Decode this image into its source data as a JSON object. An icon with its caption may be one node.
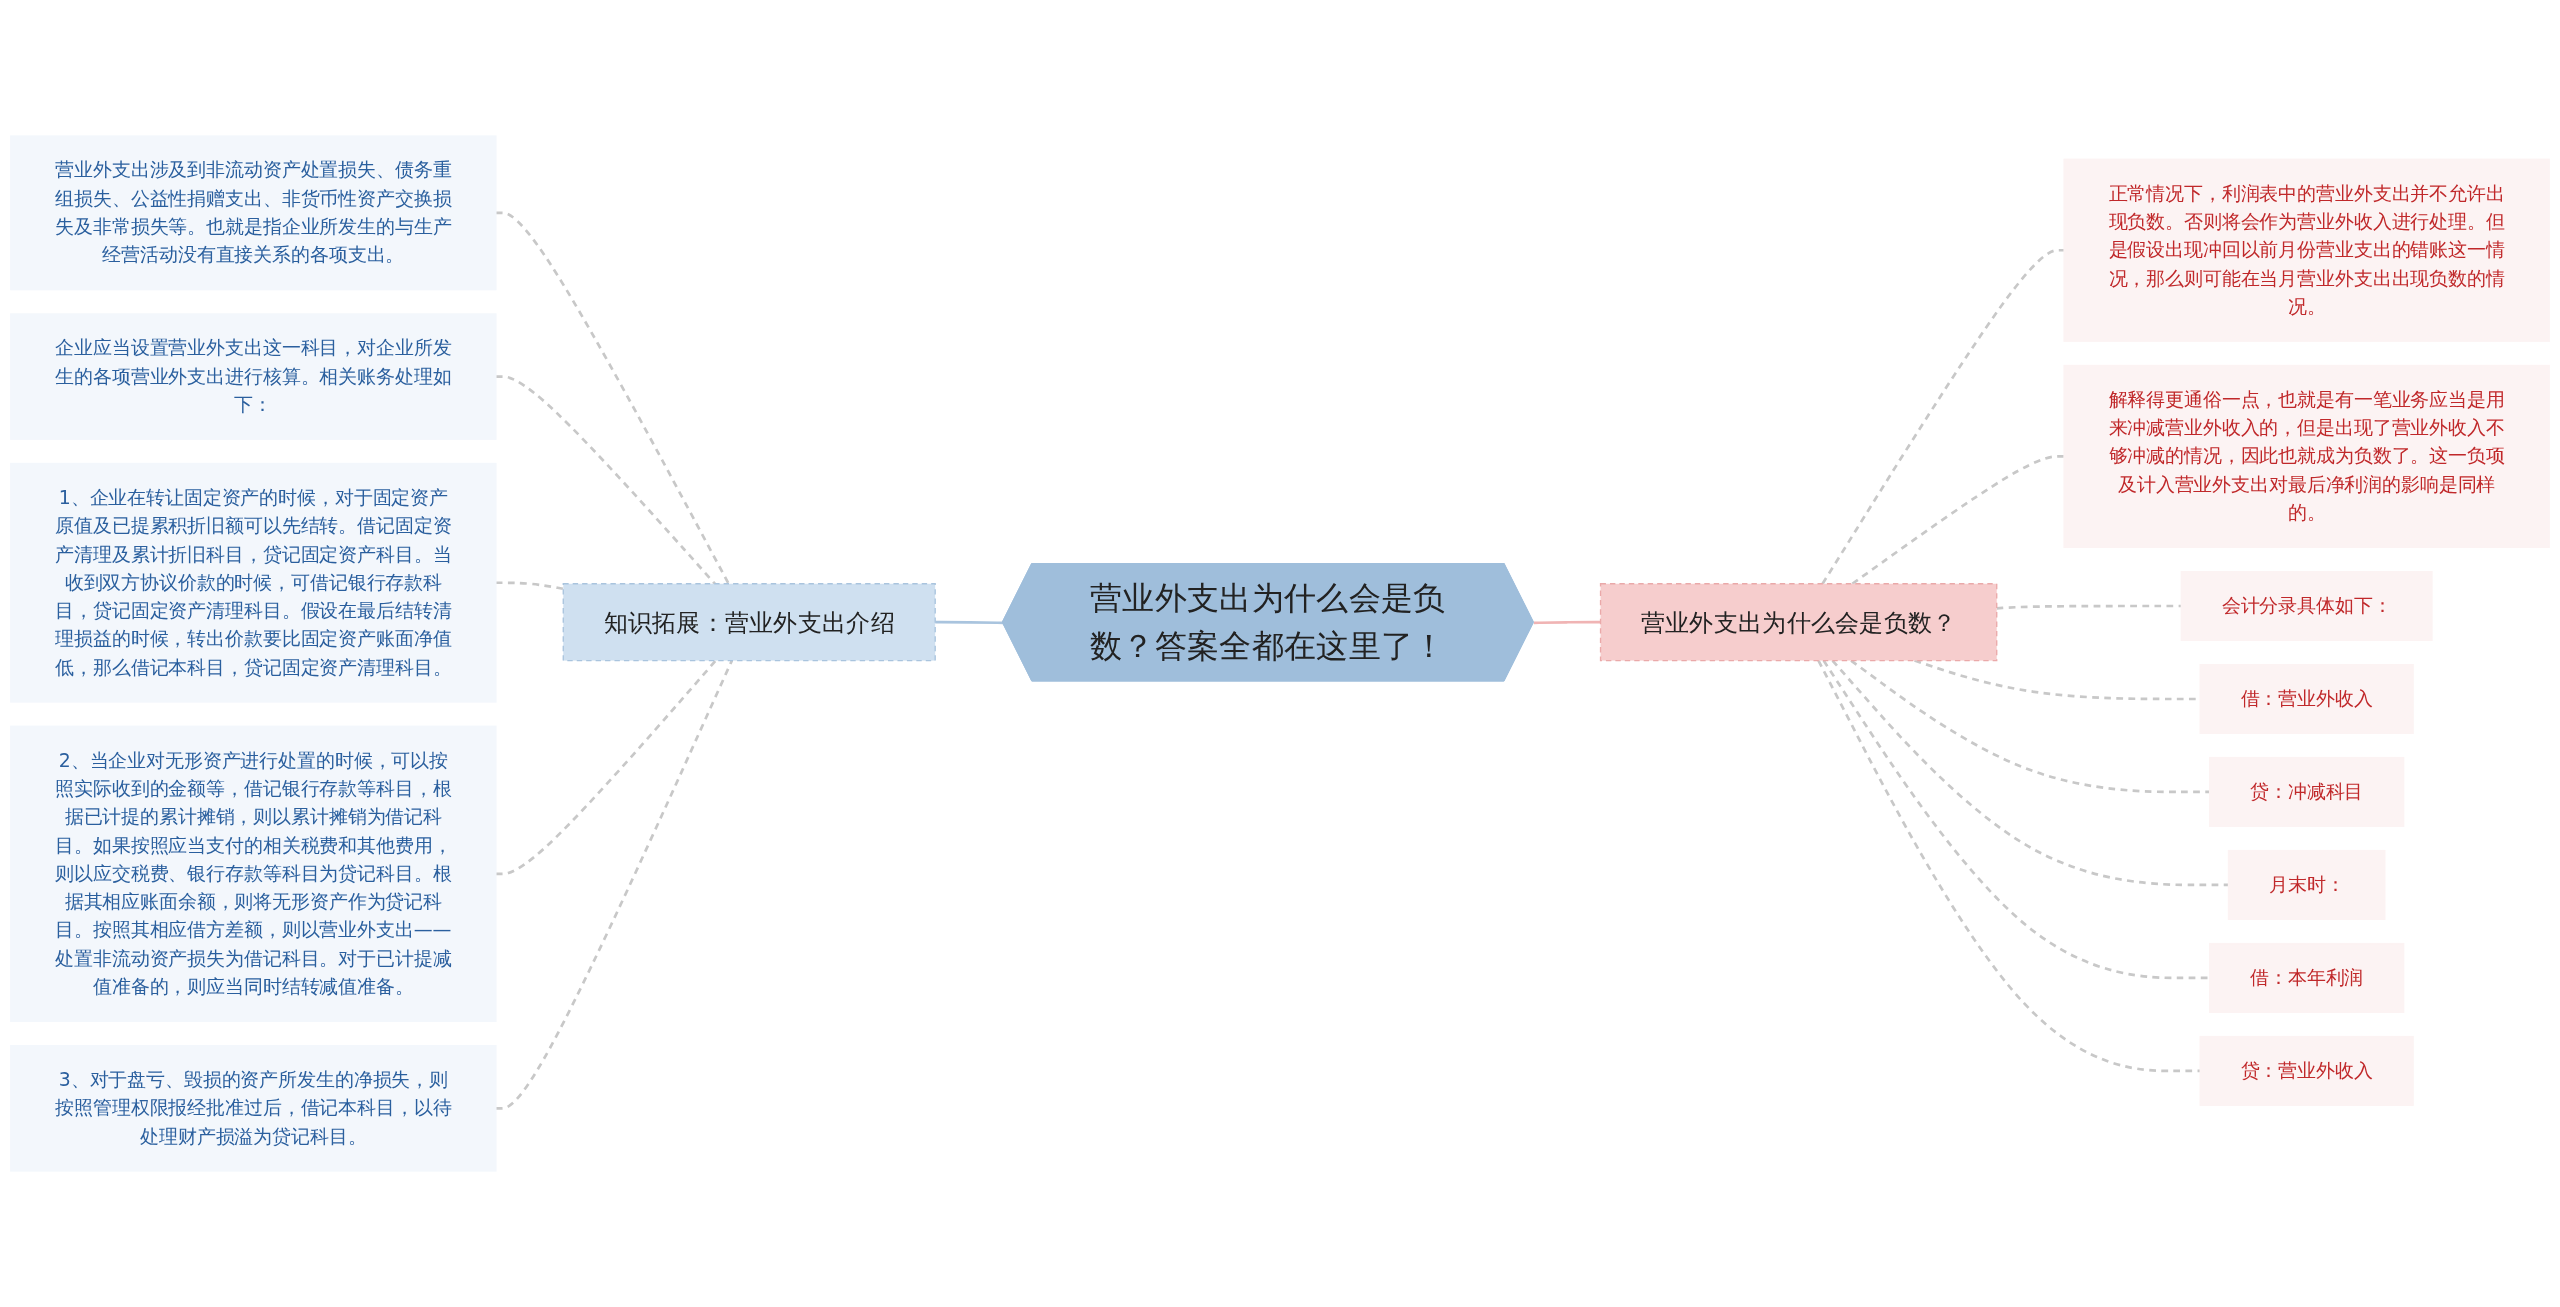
{
  "diagram": {
    "nodes": [
      {
        "text": [
          "营业外支出为什么会是负数？答案全都在这里了！"
        ]
      },
      {
        "text": [
          "知识拓展：营业外支出介绍"
        ]
      },
      {
        "text": [
          "营业外支出涉及到非流动资产处置损失、债务重组损失、公益性捐赠支出、非货币性资产交换损失及非常损失等。也就是指企业所发生的与生产经营活动没有直接关系的各项支出。"
        ]
      },
      {
        "text": [
          "企业应当设置营业外支出这一科目，对企业所发生的各项营业外支出进行核算。相关账务处理如下："
        ]
      },
      {
        "text": [
          "1、企业在转让固定资产的时候，对于固定资产原值及已提累积折旧额可以先结转。借记固定资产清理及累计折旧科目，贷记固定资产科目。当收到双方协议价款的时候，可借记银行存款科目，贷记固定资产清理科目。假设在最后结转清理损益的时候，转出价款要比固定资产账面净值低，那么借记本科目，贷记固定资产清理科目。"
        ]
      },
      {
        "text": [
          "2、当企业对无形资产进行处置的时候，可以按照实际收到的金额等，借记银行存款等科目，根据已计提的累计摊销，则以累计摊销为借记科目。如果按照应当支付的相关税费和其他费用，则以应交税费、银行存款等科目为贷记科目。根据其相应账面余额，则将无形资产作为贷记科目。按照其相应借方差额，则以营业外支出——处置非流动资产损失为借记科目。对于已计提减值准备的，则应当同时结转减值准备。"
        ]
      },
      {
        "text": [
          "3、对于盘亏、毁损的资产所发生的净损失，则按照管理权限报经批准过后，借记本科目，以待处理财产损溢为贷记科目。"
        ]
      },
      {
        "text": [
          "营业外支出为什么会是负数？"
        ]
      },
      {
        "text": [
          "正常情况下，利润表中的营业外支出并不允许出现负数。否则将会作为营业外收入进行处理。但是假设出现冲回以前月份营业支出的错账这一情况，那么则可能在当月营业外支出出现负数的情况。"
        ]
      },
      {
        "text": [
          "解释得更通俗一点，也就是有一笔业务应当是用来冲减营业外收入的，但是出现了营业外收入不够冲减的情况，因此也就成为负数了。这一负项及计入营业外支出对最后净利润的影响是同样的。"
        ]
      },
      {
        "text": [
          "会计分录具体如下："
        ]
      },
      {
        "text": [
          "借：营业外收入"
        ]
      },
      {
        "text": [
          "贷：冲减科目"
        ]
      },
      {
        "text": [
          "月末时："
        ]
      },
      {
        "text": [
          "借：本年利润"
        ]
      },
      {
        "text": [
          "贷：营业外收入"
        ]
      }
    ],
    "edges": [
      {
        "from": 2,
        "to": 1,
        "arrow": "none",
        "style": "dashed"
      },
      {
        "from": 3,
        "to": 1,
        "arrow": "none",
        "style": "dashed"
      },
      {
        "from": 4,
        "to": 1,
        "arrow": "none",
        "style": "dashed"
      },
      {
        "from": 5,
        "to": 1,
        "arrow": "none",
        "style": "dashed"
      },
      {
        "from": 6,
        "to": 1,
        "arrow": "none",
        "style": "dashed"
      },
      {
        "from": 1,
        "to": 0,
        "arrow": "none",
        "color": "#a9c4de"
      },
      {
        "from": 0,
        "to": 7,
        "arrow": "none",
        "color": "#f0b4b4"
      },
      {
        "from": 7,
        "to": 8,
        "arrow": "none",
        "style": "dashed"
      },
      {
        "from": 7,
        "to": 9,
        "arrow": "none",
        "style": "dashed"
      },
      {
        "from": 7,
        "to": 10,
        "arrow": "none",
        "style": "dashed"
      },
      {
        "from": 7,
        "to": 11,
        "arrow": "none",
        "style": "dashed"
      },
      {
        "from": 7,
        "to": 12,
        "arrow": "none",
        "style": "dashed"
      },
      {
        "from": 7,
        "to": 13,
        "arrow": "none",
        "style": "dashed"
      },
      {
        "from": 7,
        "to": 14,
        "arrow": "none",
        "style": "dashed"
      },
      {
        "from": 7,
        "to": 15,
        "arrow": "none",
        "style": "dashed"
      }
    ]
  }
}
